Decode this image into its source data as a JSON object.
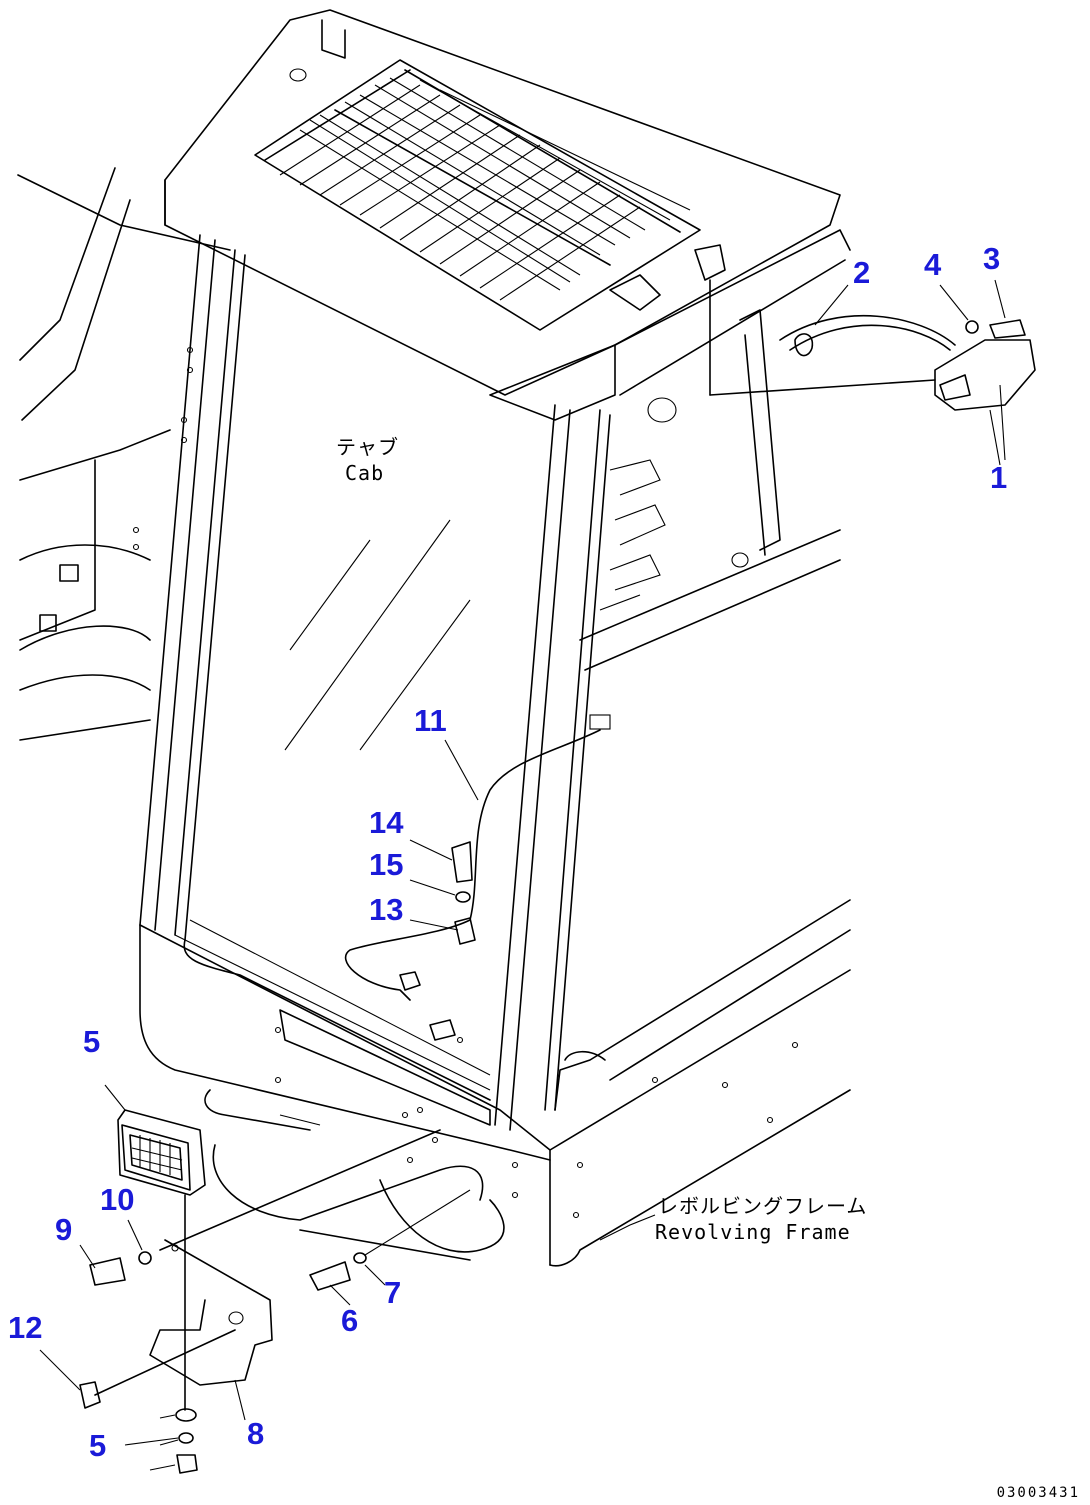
{
  "callouts": [
    {
      "id": "c1",
      "text": "1"
    },
    {
      "id": "c2",
      "text": "2"
    },
    {
      "id": "c3",
      "text": "3"
    },
    {
      "id": "c4",
      "text": "4"
    },
    {
      "id": "c5a",
      "text": "5"
    },
    {
      "id": "c5b",
      "text": "5"
    },
    {
      "id": "c6",
      "text": "6"
    },
    {
      "id": "c7",
      "text": "7"
    },
    {
      "id": "c8",
      "text": "8"
    },
    {
      "id": "c9",
      "text": "9"
    },
    {
      "id": "c10",
      "text": "10"
    },
    {
      "id": "c11",
      "text": "11"
    },
    {
      "id": "c12",
      "text": "12"
    },
    {
      "id": "c13",
      "text": "13"
    },
    {
      "id": "c14",
      "text": "14"
    },
    {
      "id": "c15",
      "text": "15"
    }
  ],
  "labels": {
    "cab_jp": "テャブ",
    "cab_en": "Cab",
    "frame_jp": "レボルビングフレーム",
    "frame_en": "Revolving Frame"
  },
  "drawing_code": "03003431",
  "colors": {
    "callout": "#1a1ad8",
    "line": "#000000",
    "background": "#ffffff"
  }
}
